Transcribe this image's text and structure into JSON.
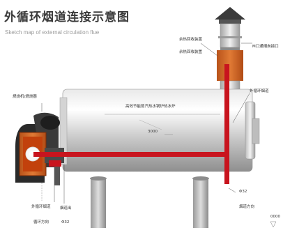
{
  "title": "外循环烟道连接示意图",
  "subtitle": "Sketch map of external circulation flue",
  "labels": {
    "top_box_1": "余热回收装置",
    "top_box_2": "余热回收装置",
    "chimney_connector": "M口通烟囱接口",
    "burner": "燃烧机/燃烧器",
    "outer_flue": "外循环烟道",
    "boiler_caption": "高效节能蒸汽热水锅炉热水炉",
    "boiler_dim": "3000",
    "bottom_left_1": "外循环烟道",
    "bottom_left_2": "循环方向",
    "bottom_mid_1": "烟道出",
    "bottom_mid_2": "Φ32",
    "bottom_right_1": "Φ32",
    "bottom_right_2": "烟道方向",
    "corner": "0000"
  },
  "colors": {
    "flue_red": "#c8141e",
    "boiler_gray": "#b9b9b9",
    "burner_dark": "#2a2a2a",
    "burner_orange": "#d1641f"
  }
}
